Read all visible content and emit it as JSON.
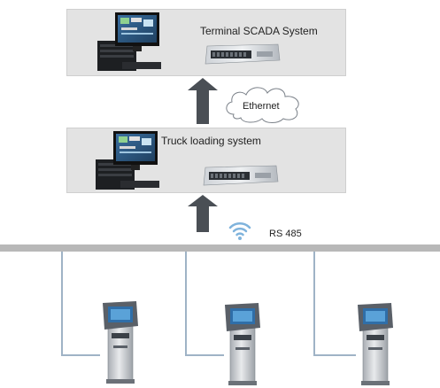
{
  "top_tier": {
    "label": "Terminal SCADA System"
  },
  "middle_tier": {
    "label": "Truck loading system"
  },
  "link_top": {
    "label": "Ethernet"
  },
  "link_bottom": {
    "label": "RS 485"
  },
  "colors": {
    "box_fill": "#e3e3e3",
    "arrow": "#4a4f55",
    "bus": "#b8b8b8",
    "drop_wire": "#9fb3c6",
    "wifi": "#7fb3dc"
  },
  "kiosks": [
    {
      "name": "kiosk-terminal"
    },
    {
      "name": "kiosk-terminal"
    },
    {
      "name": "kiosk-terminal"
    }
  ]
}
